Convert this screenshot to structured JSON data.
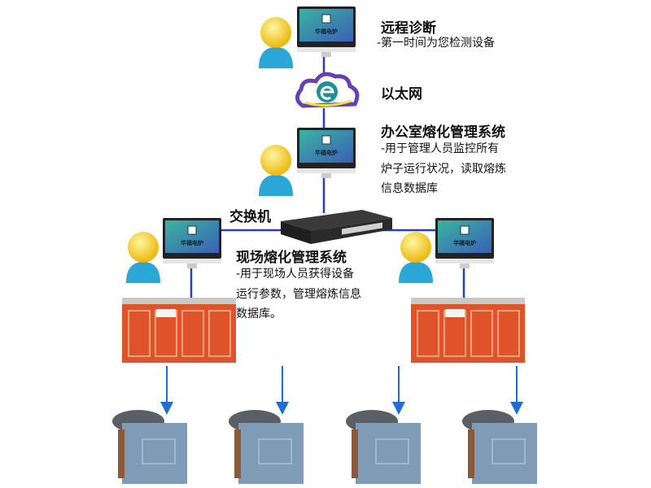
{
  "remote": {
    "title": "远程诊断",
    "desc": "-第一时间为您检测设备"
  },
  "network": {
    "label": "以太网"
  },
  "office": {
    "title": "办公室熔化管理系统",
    "lines": [
      "-用于管理人员监控所有",
      "炉子运行状况，读取熔炼",
      "信息数据库"
    ]
  },
  "switch": {
    "label": "交换机"
  },
  "field": {
    "title": "现场熔化管理系统",
    "lines": [
      "-用于现场人员获得设备",
      "运行参数，管理熔炼信息",
      "数据库。"
    ]
  },
  "monitor_logo": "华福电炉",
  "colors": {
    "link": "#2b3fb8",
    "arrow": "#1f6fd1",
    "cabinet": "#e0522a",
    "furnace": "#7f9bb5",
    "person_head": "#f5c400",
    "person_body": "#2aa7d6"
  }
}
